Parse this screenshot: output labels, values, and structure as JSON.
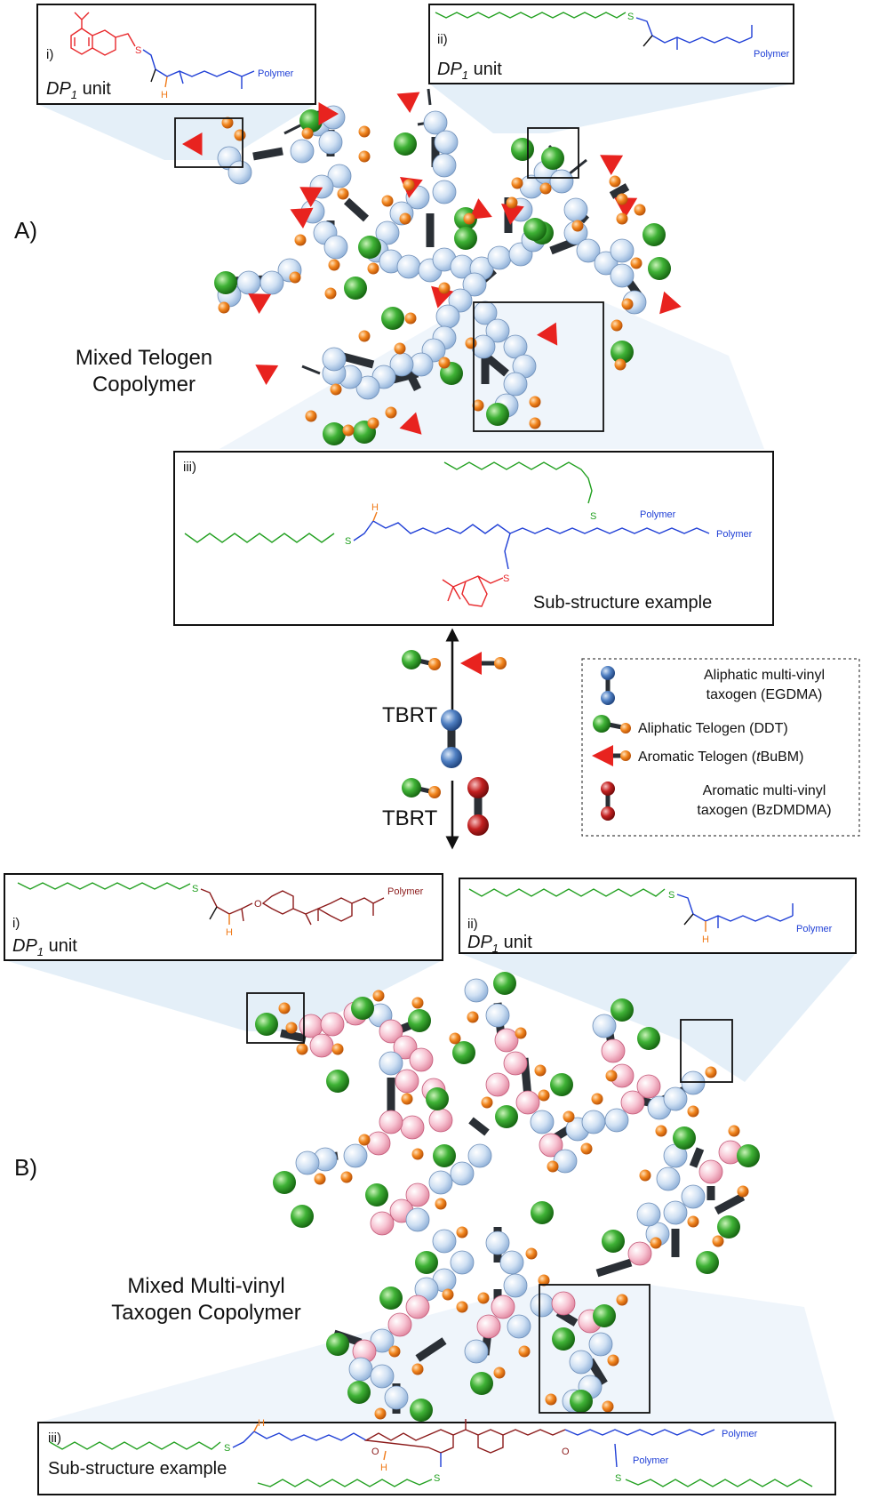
{
  "section_a": {
    "label": "A)",
    "copolymer_label_line1": "Mixed Telogen",
    "copolymer_label_line2": "Copolymer",
    "box_i": {
      "numeral": "i)",
      "dp_main": "DP",
      "dp_sub": "1",
      "dp_unit": " unit",
      "s": "S",
      "h": "H",
      "polymer": "Polymer"
    },
    "box_ii": {
      "numeral": "ii)",
      "dp_main": "DP",
      "dp_sub": "1",
      "dp_unit": " unit",
      "s": "S",
      "polymer": "Polymer"
    },
    "box_iii": {
      "numeral": "iii)",
      "caption": "Sub-structure example",
      "s": "S",
      "h": "H",
      "polymer": "Polymer"
    }
  },
  "section_b": {
    "label": "B)",
    "copolymer_label_line1": "Mixed Multi-vinyl",
    "copolymer_label_line2": "Taxogen Copolymer",
    "box_i": {
      "numeral": "i)",
      "dp_main": "DP",
      "dp_sub": "1",
      "dp_unit": " unit",
      "s": "S",
      "h": "H",
      "o": "O",
      "polymer": "Polymer"
    },
    "box_ii": {
      "numeral": "ii)",
      "dp_main": "DP",
      "dp_sub": "1",
      "dp_unit": " unit",
      "s": "S",
      "h": "H",
      "polymer": "Polymer"
    },
    "box_iii": {
      "numeral": "iii)",
      "caption": "Sub-structure example",
      "s": "S",
      "h": "H",
      "o": "O",
      "polymer": "Polymer"
    }
  },
  "middle": {
    "tbrt_top": "TBRT",
    "tbrt_bottom": "TBRT"
  },
  "legend": {
    "items": [
      {
        "line1": "Aliphatic multi-vinyl",
        "line2": "taxogen (EGDMA)"
      },
      {
        "line1": "Aliphatic Telogen (DDT)"
      },
      {
        "line1_pre": "Aromatic Telogen (",
        "line1_em": "t",
        "line1_post": "BuBM)"
      },
      {
        "line1": "Aromatic multi-vinyl",
        "line2": "taxogen (BzDMDMA)"
      }
    ]
  },
  "colors": {
    "aliphatic_taxogen": "#bfd6f0",
    "aromatic_taxogen": "#f4b7c9",
    "aliphatic_telogen": "#2fa12c",
    "aromatic_telogen": "#e8231f",
    "chain_end": "#f07a18",
    "blue_monomer": "#4d7fc4",
    "red_monomer": "#b81d1d"
  },
  "icons": [
    "green-sphere-icon",
    "orange-sphere-icon",
    "red-triangle-icon",
    "blue-dumbbell-icon",
    "red-dumbbell-icon",
    "arrow-icon"
  ]
}
